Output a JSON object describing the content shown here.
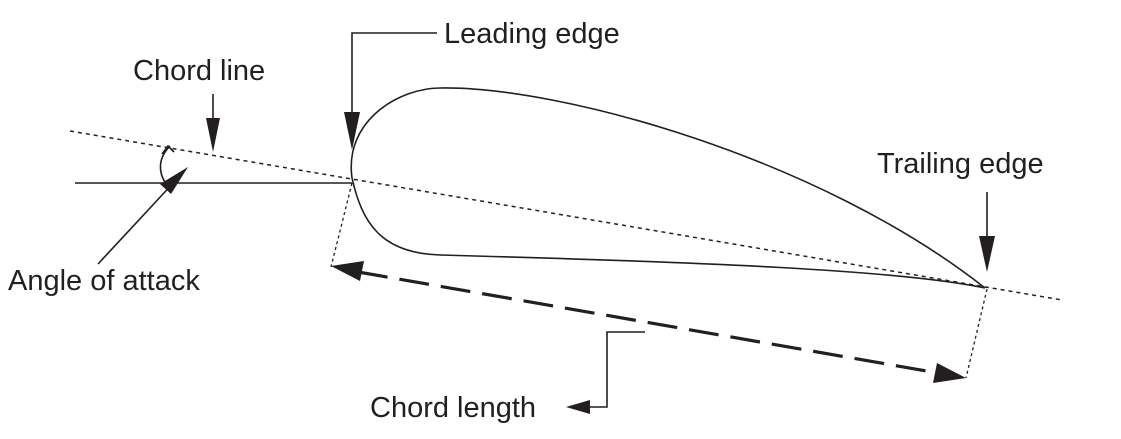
{
  "labels": {
    "leading_edge": "Leading edge",
    "chord_line": "Chord line",
    "trailing_edge": "Trailing edge",
    "angle_of_attack": "Angle of attack",
    "chord_length": "Chord length"
  },
  "colors": {
    "ink": "#231f20",
    "background": "#ffffff"
  }
}
